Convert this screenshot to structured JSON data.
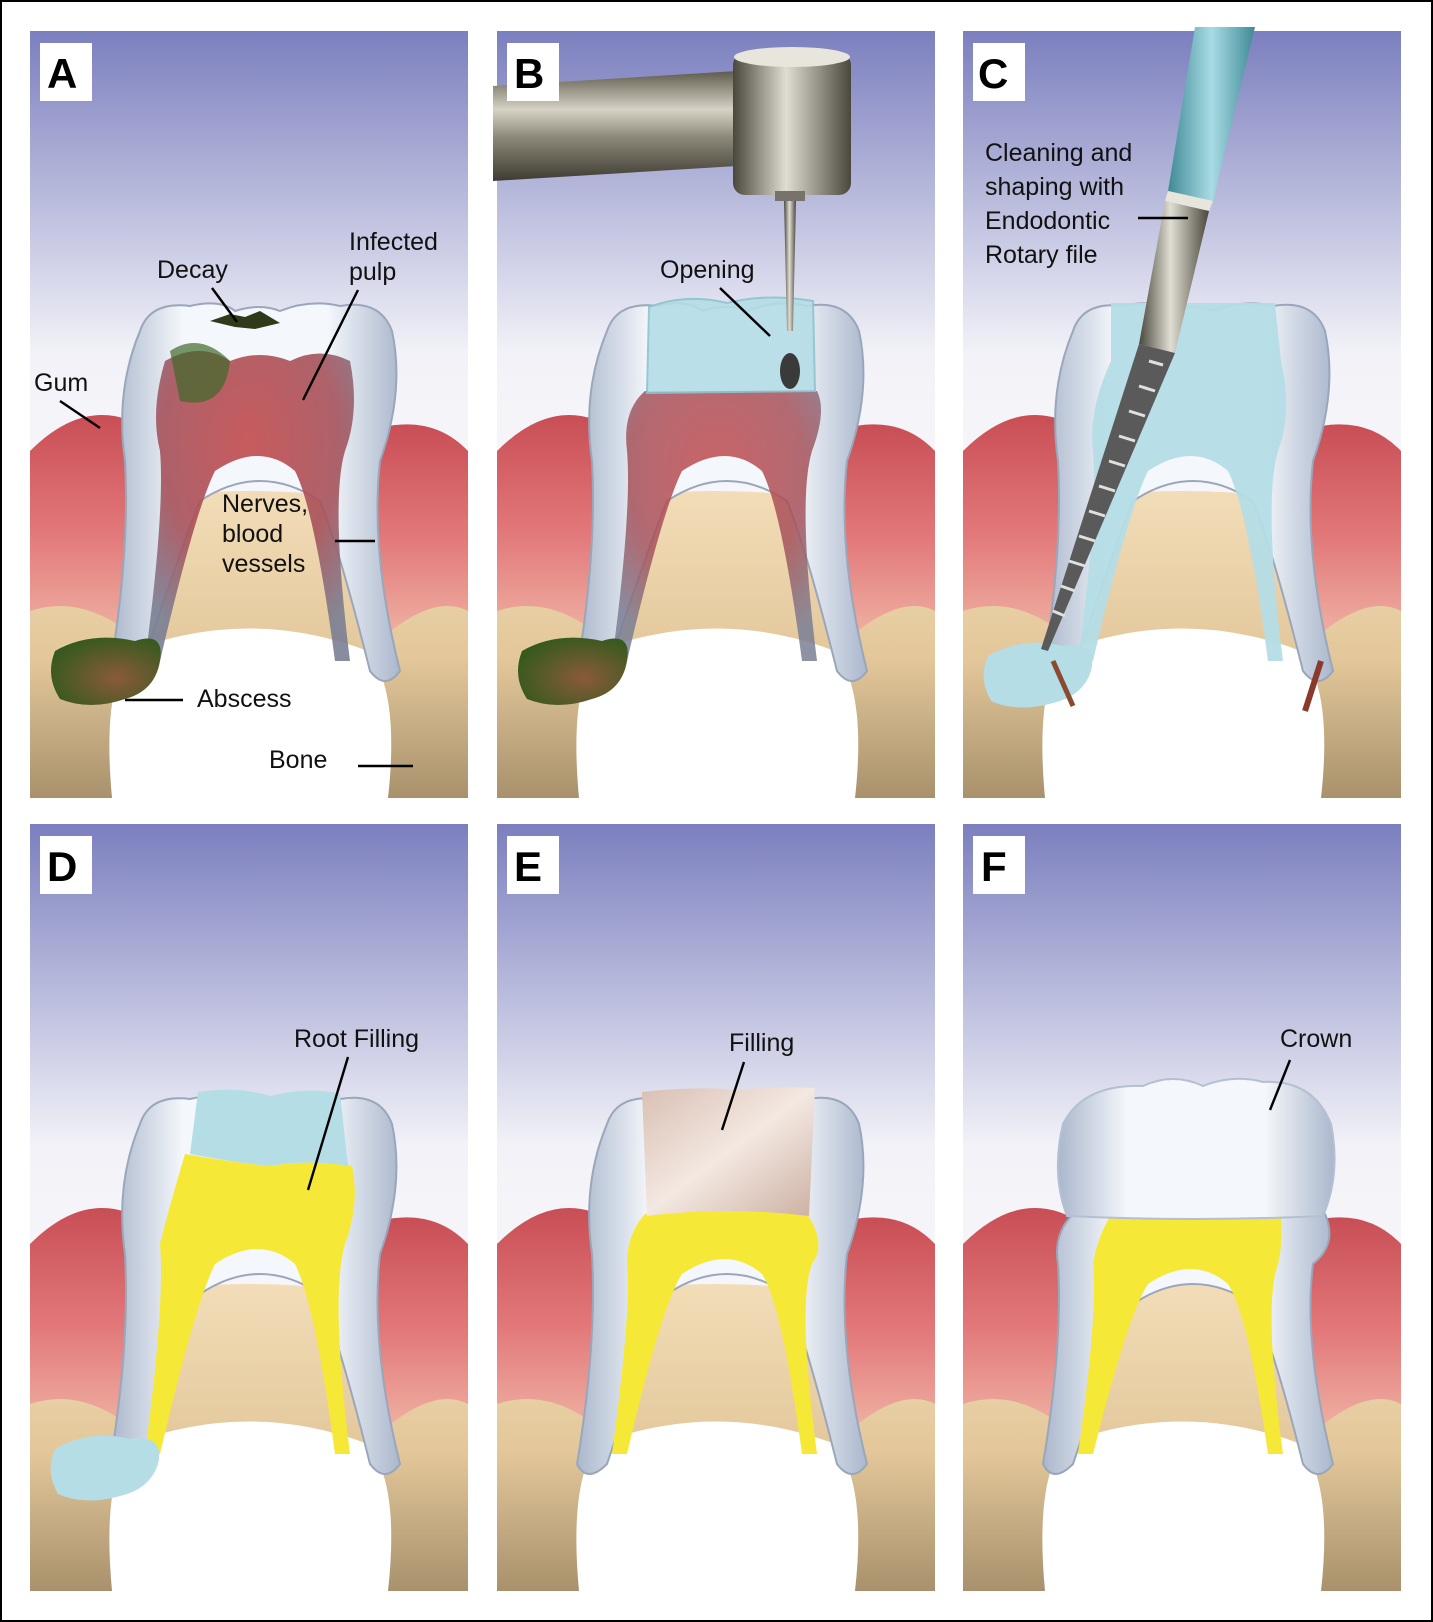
{
  "panels": [
    {
      "letter": "A",
      "labels": {
        "decay": "Decay",
        "infected_1": "Infected",
        "infected_2": "pulp",
        "gum": "Gum",
        "nerves_1": "Nerves,",
        "nerves_2": "blood",
        "nerves_3": "vessels",
        "abscess": "Abscess",
        "bone": "Bone"
      }
    },
    {
      "letter": "B",
      "labels": {
        "opening": "Opening"
      }
    },
    {
      "letter": "C",
      "labels": {
        "line1": "Cleaning and",
        "line2": "shaping with",
        "line3": "Endodontic",
        "line4": "Rotary file"
      }
    },
    {
      "letter": "D",
      "labels": {
        "root_filling": "Root Filling"
      }
    },
    {
      "letter": "E",
      "labels": {
        "filling": "Filling"
      }
    },
    {
      "letter": "F",
      "labels": {
        "crown": "Crown"
      }
    }
  ],
  "colors": {
    "sky_top": "#7b7fbe",
    "sky_bottom": "#ffffff",
    "gum": "#d9676a",
    "bone": "#e9cfa2",
    "enamel": "#dfe7f2",
    "pulp_infected": "#b9484a",
    "decay": "#3a5a20",
    "root_filling": "#f6e836",
    "cleaned_canal": "#b4dde6",
    "filling": "#e6d1c6"
  }
}
